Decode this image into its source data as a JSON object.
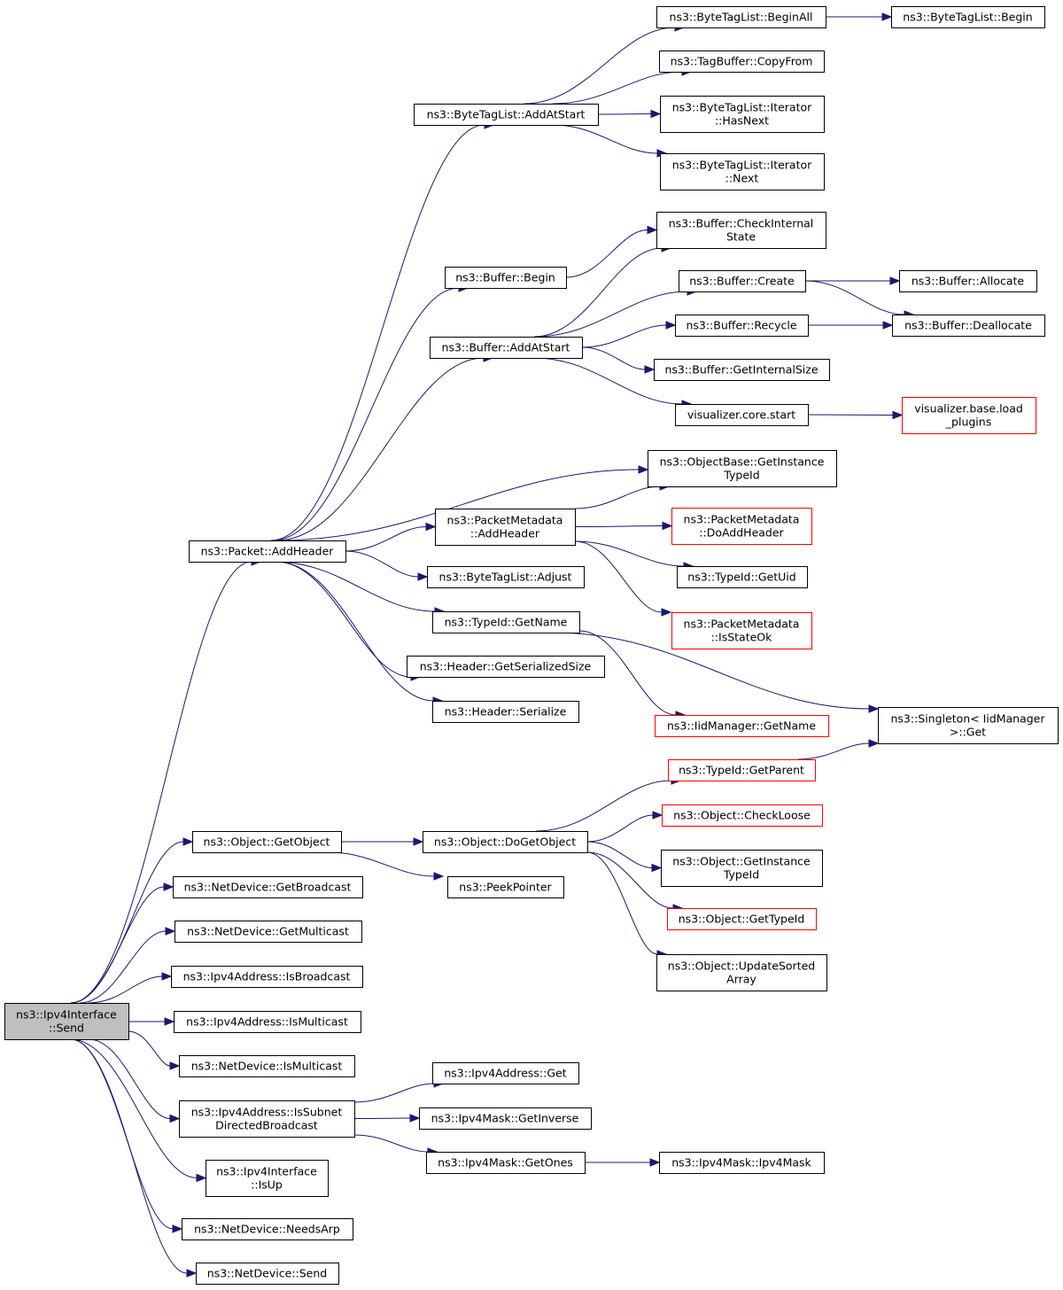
{
  "nodes": [
    {
      "id": "send",
      "lines": [
        "ns3::Ipv4Interface",
        "::Send"
      ],
      "style": "root"
    },
    {
      "id": "addheader",
      "lines": [
        "ns3::Packet::AddHeader"
      ]
    },
    {
      "id": "getobject",
      "lines": [
        "ns3::Object::GetObject"
      ]
    },
    {
      "id": "nd_getbroadcast",
      "lines": [
        "ns3::NetDevice::GetBroadcast"
      ]
    },
    {
      "id": "nd_getmulticast",
      "lines": [
        "ns3::NetDevice::GetMulticast"
      ]
    },
    {
      "id": "ipv4a_isbroadcast",
      "lines": [
        "ns3::Ipv4Address::IsBroadcast"
      ]
    },
    {
      "id": "ipv4a_ismulticast",
      "lines": [
        "ns3::Ipv4Address::IsMulticast"
      ]
    },
    {
      "id": "nd_ismulticast",
      "lines": [
        "ns3::NetDevice::IsMulticast"
      ]
    },
    {
      "id": "issubnet",
      "lines": [
        "ns3::Ipv4Address::IsSubnet",
        "DirectedBroadcast"
      ]
    },
    {
      "id": "isup",
      "lines": [
        "ns3::Ipv4Interface",
        "::IsUp"
      ]
    },
    {
      "id": "needsarp",
      "lines": [
        "ns3::NetDevice::NeedsArp"
      ]
    },
    {
      "id": "nd_send",
      "lines": [
        "ns3::NetDevice::Send"
      ]
    },
    {
      "id": "btl_addatstart",
      "lines": [
        "ns3::ByteTagList::AddAtStart"
      ]
    },
    {
      "id": "buffer_begin",
      "lines": [
        "ns3::Buffer::Begin"
      ]
    },
    {
      "id": "buffer_addatstart",
      "lines": [
        "ns3::Buffer::AddAtStart"
      ]
    },
    {
      "id": "pm_addheader",
      "lines": [
        "ns3::PacketMetadata",
        "::AddHeader"
      ]
    },
    {
      "id": "btl_adjust",
      "lines": [
        "ns3::ByteTagList::Adjust"
      ]
    },
    {
      "id": "typeid_getname",
      "lines": [
        "ns3::TypeId::GetName"
      ]
    },
    {
      "id": "header_getsersize",
      "lines": [
        "ns3::Header::GetSerializedSize"
      ]
    },
    {
      "id": "header_serialize",
      "lines": [
        "ns3::Header::Serialize"
      ]
    },
    {
      "id": "btl_beginall",
      "lines": [
        "ns3::ByteTagList::BeginAll"
      ]
    },
    {
      "id": "tagbuffer_copyfrom",
      "lines": [
        "ns3::TagBuffer::CopyFrom"
      ]
    },
    {
      "id": "btl_it_hasnext",
      "lines": [
        "ns3::ByteTagList::Iterator",
        "::HasNext"
      ]
    },
    {
      "id": "btl_it_next",
      "lines": [
        "ns3::ByteTagList::Iterator",
        "::Next"
      ]
    },
    {
      "id": "btl_begin",
      "lines": [
        "ns3::ByteTagList::Begin"
      ]
    },
    {
      "id": "buffer_checkinternal",
      "lines": [
        "ns3::Buffer::CheckInternal",
        "State"
      ]
    },
    {
      "id": "buffer_create",
      "lines": [
        "ns3::Buffer::Create"
      ]
    },
    {
      "id": "buffer_recycle",
      "lines": [
        "ns3::Buffer::Recycle"
      ]
    },
    {
      "id": "buffer_getinternalsize",
      "lines": [
        "ns3::Buffer::GetInternalSize"
      ]
    },
    {
      "id": "vis_core_start",
      "lines": [
        "visualizer.core.start"
      ]
    },
    {
      "id": "buffer_allocate",
      "lines": [
        "ns3::Buffer::Allocate"
      ]
    },
    {
      "id": "buffer_deallocate",
      "lines": [
        "ns3::Buffer::Deallocate"
      ]
    },
    {
      "id": "vis_base_loadplugins",
      "lines": [
        "visualizer.base.load",
        "_plugins"
      ],
      "style": "red"
    },
    {
      "id": "objbase_getinstancetypeid",
      "lines": [
        "ns3::ObjectBase::GetInstance",
        "TypeId"
      ]
    },
    {
      "id": "pm_doaddheader",
      "lines": [
        "ns3::PacketMetadata",
        "::DoAddHeader"
      ],
      "style": "red"
    },
    {
      "id": "typeid_getuid",
      "lines": [
        "ns3::TypeId::GetUid"
      ]
    },
    {
      "id": "pm_isstateok",
      "lines": [
        "ns3::PacketMetadata",
        "::IsStateOk"
      ],
      "style": "red"
    },
    {
      "id": "iidmanager_getname",
      "lines": [
        "ns3::IidManager::GetName"
      ],
      "style": "red"
    },
    {
      "id": "singleton_get",
      "lines": [
        "ns3::Singleton< IidManager",
        ">::Get"
      ]
    },
    {
      "id": "typeid_getparent",
      "lines": [
        "ns3::TypeId::GetParent"
      ],
      "style": "red"
    },
    {
      "id": "obj_dogetobject",
      "lines": [
        "ns3::Object::DoGetObject"
      ]
    },
    {
      "id": "peekpointer",
      "lines": [
        "ns3::PeekPointer"
      ]
    },
    {
      "id": "obj_checkloose",
      "lines": [
        "ns3::Object::CheckLoose"
      ],
      "style": "red"
    },
    {
      "id": "obj_getinstancetypeid",
      "lines": [
        "ns3::Object::GetInstance",
        "TypeId"
      ]
    },
    {
      "id": "obj_gettypeid",
      "lines": [
        "ns3::Object::GetTypeId"
      ],
      "style": "red"
    },
    {
      "id": "obj_updatesortedarray",
      "lines": [
        "ns3::Object::UpdateSorted",
        "Array"
      ]
    },
    {
      "id": "ipv4a_get",
      "lines": [
        "ns3::Ipv4Address::Get"
      ]
    },
    {
      "id": "ipv4m_getinverse",
      "lines": [
        "ns3::Ipv4Mask::GetInverse"
      ]
    },
    {
      "id": "ipv4m_getones",
      "lines": [
        "ns3::Ipv4Mask::GetOnes"
      ]
    },
    {
      "id": "ipv4m_ipv4mask",
      "lines": [
        "ns3::Ipv4Mask::Ipv4Mask"
      ]
    }
  ],
  "edges": [
    [
      "send",
      "addheader"
    ],
    [
      "send",
      "getobject"
    ],
    [
      "send",
      "nd_getbroadcast"
    ],
    [
      "send",
      "nd_getmulticast"
    ],
    [
      "send",
      "ipv4a_isbroadcast"
    ],
    [
      "send",
      "ipv4a_ismulticast"
    ],
    [
      "send",
      "nd_ismulticast"
    ],
    [
      "send",
      "issubnet"
    ],
    [
      "send",
      "isup"
    ],
    [
      "send",
      "needsarp"
    ],
    [
      "send",
      "nd_send"
    ],
    [
      "addheader",
      "btl_addatstart"
    ],
    [
      "addheader",
      "buffer_begin"
    ],
    [
      "addheader",
      "buffer_addatstart"
    ],
    [
      "addheader",
      "objbase_getinstancetypeid"
    ],
    [
      "addheader",
      "pm_addheader"
    ],
    [
      "addheader",
      "btl_adjust"
    ],
    [
      "addheader",
      "typeid_getname"
    ],
    [
      "addheader",
      "header_getsersize"
    ],
    [
      "addheader",
      "header_serialize"
    ],
    [
      "btl_addatstart",
      "btl_beginall"
    ],
    [
      "btl_addatstart",
      "tagbuffer_copyfrom"
    ],
    [
      "btl_addatstart",
      "btl_it_hasnext"
    ],
    [
      "btl_addatstart",
      "btl_it_next"
    ],
    [
      "btl_beginall",
      "btl_begin"
    ],
    [
      "buffer_begin",
      "buffer_checkinternal"
    ],
    [
      "buffer_addatstart",
      "buffer_checkinternal"
    ],
    [
      "buffer_addatstart",
      "buffer_create"
    ],
    [
      "buffer_addatstart",
      "buffer_recycle"
    ],
    [
      "buffer_addatstart",
      "buffer_getinternalsize"
    ],
    [
      "buffer_addatstart",
      "vis_core_start"
    ],
    [
      "buffer_create",
      "buffer_allocate"
    ],
    [
      "buffer_create",
      "buffer_deallocate"
    ],
    [
      "buffer_recycle",
      "buffer_deallocate"
    ],
    [
      "vis_core_start",
      "vis_base_loadplugins"
    ],
    [
      "pm_addheader",
      "objbase_getinstancetypeid"
    ],
    [
      "pm_addheader",
      "pm_doaddheader"
    ],
    [
      "pm_addheader",
      "typeid_getuid"
    ],
    [
      "pm_addheader",
      "pm_isstateok"
    ],
    [
      "typeid_getname",
      "iidmanager_getname"
    ],
    [
      "typeid_getname",
      "singleton_get"
    ],
    [
      "typeid_getparent",
      "singleton_get"
    ],
    [
      "getobject",
      "obj_dogetobject"
    ],
    [
      "getobject",
      "peekpointer"
    ],
    [
      "obj_dogetobject",
      "typeid_getparent"
    ],
    [
      "obj_dogetobject",
      "obj_checkloose"
    ],
    [
      "obj_dogetobject",
      "obj_getinstancetypeid"
    ],
    [
      "obj_dogetobject",
      "obj_gettypeid"
    ],
    [
      "obj_dogetobject",
      "obj_updatesortedarray"
    ],
    [
      "issubnet",
      "ipv4a_get"
    ],
    [
      "issubnet",
      "ipv4m_getinverse"
    ],
    [
      "issubnet",
      "ipv4m_getones"
    ],
    [
      "ipv4m_getones",
      "ipv4m_ipv4mask"
    ]
  ],
  "colors": {
    "edge": "#191970",
    "node_border": "#000000",
    "root_fill": "#bfbfbf",
    "red_border": "#ff0000"
  }
}
